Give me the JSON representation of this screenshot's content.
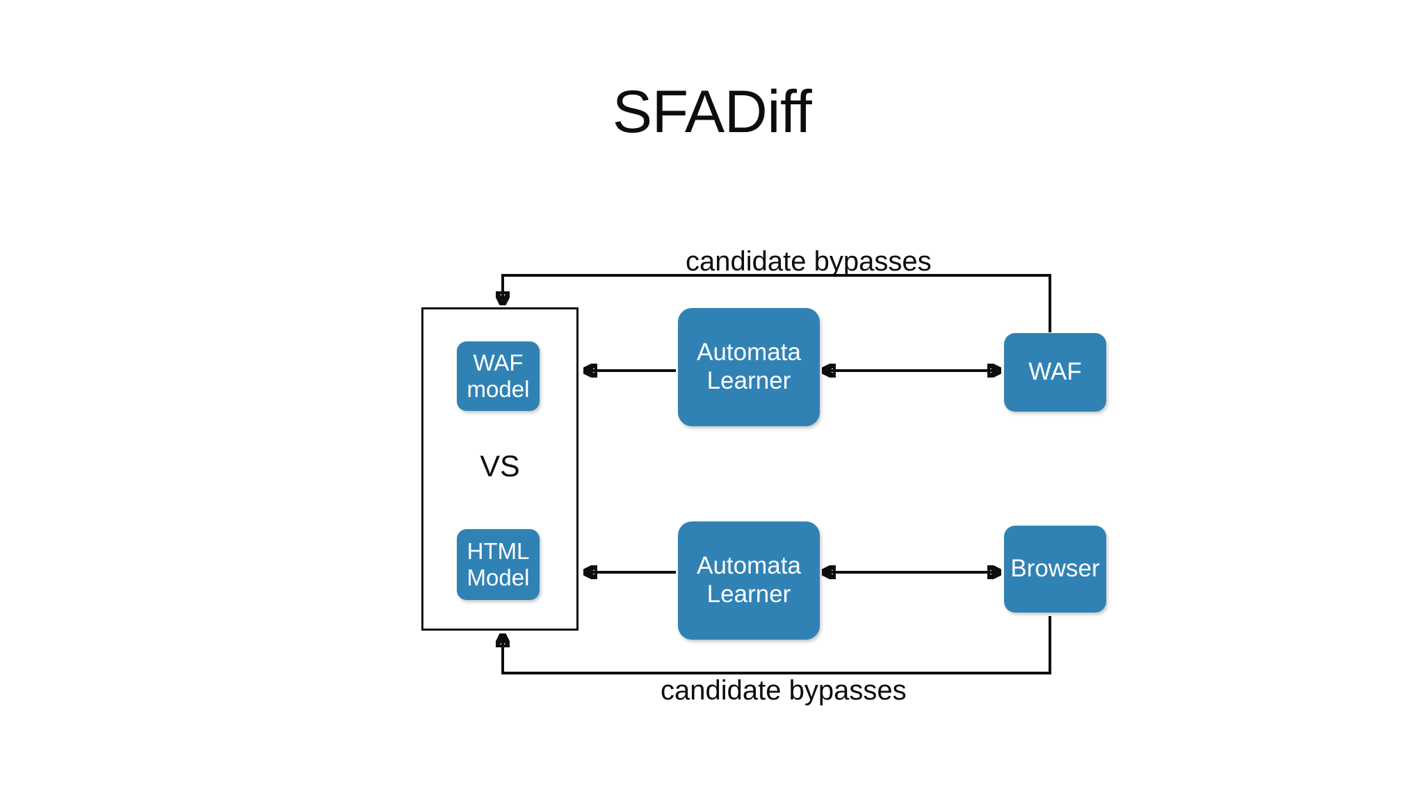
{
  "slide": {
    "title": "SFADiff",
    "background_color": "#ffffff",
    "accent_color": "#3082b4",
    "line_color": "#0d0d0d"
  },
  "diagram": {
    "comparison_container": {
      "separator_label": "VS",
      "models": [
        {
          "id": "waf-model",
          "label": "WAF model",
          "line1": "WAF",
          "line2": "model"
        },
        {
          "id": "html-model",
          "label": "HTML Model",
          "line1": "HTML",
          "line2": "Model"
        }
      ]
    },
    "learners": [
      {
        "id": "automata-learner-top",
        "line1": "Automata",
        "line2": "Learner"
      },
      {
        "id": "automata-learner-bottom",
        "line1": "Automata",
        "line2": "Learner"
      }
    ],
    "targets": [
      {
        "id": "waf",
        "label": "WAF"
      },
      {
        "id": "browser",
        "label": "Browser"
      }
    ],
    "edge_labels": {
      "top": "candidate bypasses",
      "bottom": "candidate bypasses"
    },
    "edges": [
      {
        "id": "waf-to-container",
        "label": "candidate bypasses",
        "from": "waf",
        "to": "comparison-container",
        "direction": "one-way"
      },
      {
        "id": "learner-top-to-waf-model",
        "from": "automata-learner-top",
        "to": "waf-model",
        "direction": "one-way"
      },
      {
        "id": "learner-top-to-waf",
        "from": "automata-learner-top",
        "to": "waf",
        "direction": "two-way"
      },
      {
        "id": "learner-bottom-to-html-model",
        "from": "automata-learner-bottom",
        "to": "html-model",
        "direction": "one-way"
      },
      {
        "id": "learner-bottom-to-browser",
        "from": "automata-learner-bottom",
        "to": "browser",
        "direction": "two-way"
      },
      {
        "id": "browser-to-container",
        "label": "candidate bypasses",
        "from": "browser",
        "to": "comparison-container",
        "direction": "one-way"
      }
    ]
  }
}
